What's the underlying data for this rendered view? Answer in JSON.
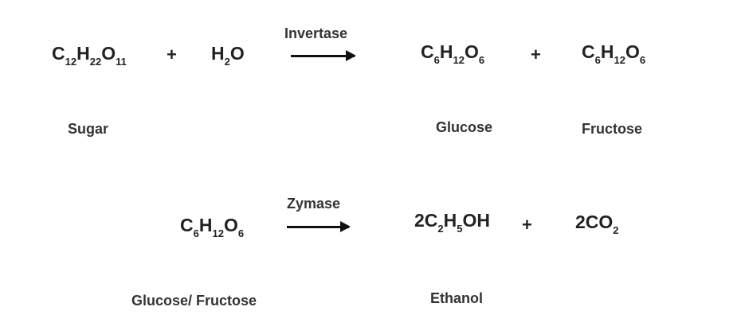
{
  "reaction1": {
    "reactants": [
      {
        "name": "sugar",
        "parts": [
          [
            "C",
            "12"
          ],
          [
            "H",
            "22"
          ],
          [
            "O",
            "11"
          ]
        ]
      },
      {
        "name": "water",
        "parts": [
          [
            "H",
            "2"
          ],
          [
            "O",
            ""
          ]
        ]
      }
    ],
    "plus_reactants": "+",
    "enzyme": "Invertase",
    "products": [
      {
        "name": "glucose",
        "parts": [
          [
            "C",
            "6"
          ],
          [
            "H",
            "12"
          ],
          [
            "O",
            "6"
          ]
        ]
      },
      {
        "name": "fructose",
        "parts": [
          [
            "C",
            "6"
          ],
          [
            "H",
            "12"
          ],
          [
            "O",
            "6"
          ]
        ]
      }
    ],
    "plus_products": "+",
    "labels": {
      "sugar": "Sugar",
      "glucose": "Glucose",
      "fructose": "Fructose"
    }
  },
  "reaction2": {
    "reactants": [
      {
        "name": "glucose-fructose",
        "parts": [
          [
            "C",
            "6"
          ],
          [
            "H",
            "12"
          ],
          [
            "O",
            "6"
          ]
        ]
      }
    ],
    "enzyme": "Zymase",
    "products": [
      {
        "name": "ethanol",
        "parts": [
          [
            "2C",
            "2"
          ],
          [
            "H",
            "5"
          ],
          [
            "OH",
            ""
          ]
        ]
      },
      {
        "name": "carbon-dioxide",
        "parts": [
          [
            "2CO",
            "2"
          ]
        ]
      }
    ],
    "plus_products": "+",
    "labels": {
      "reactant": "Glucose/ Fructose",
      "ethanol": "Ethanol"
    }
  }
}
